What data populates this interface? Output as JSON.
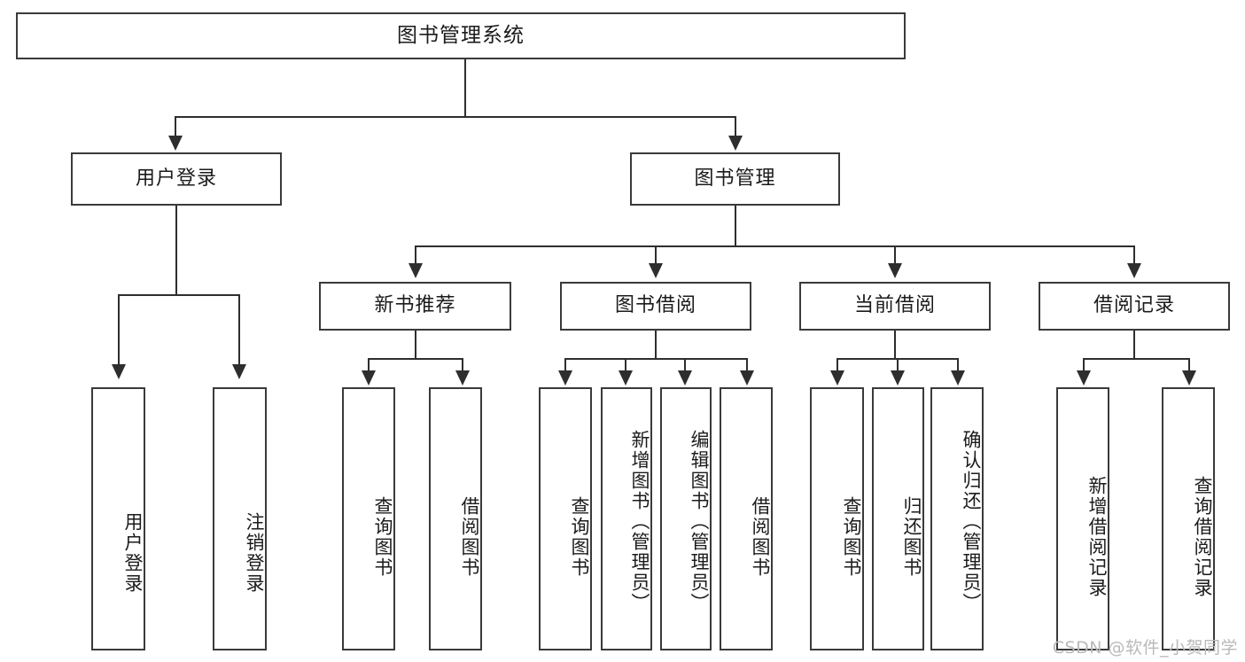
{
  "diagram": {
    "kind": "tree-structure-chart",
    "root": {
      "label": "图书管理系统"
    },
    "level2": [
      {
        "label": "用户登录"
      },
      {
        "label": "图书管理"
      }
    ],
    "level3": [
      {
        "label": "新书推荐"
      },
      {
        "label": "图书借阅"
      },
      {
        "label": "当前借阅"
      },
      {
        "label": "借阅记录"
      }
    ],
    "leaves": {
      "user_login": [
        {
          "label": "用户登录"
        },
        {
          "label": "注销登录"
        }
      ],
      "new_book_recommend": [
        {
          "label": "查询图书"
        },
        {
          "label": "借阅图书"
        }
      ],
      "book_borrow": [
        {
          "label": "查询图书"
        },
        {
          "label": "新增图书（管理员）"
        },
        {
          "label": "编辑图书（管理员）"
        },
        {
          "label": "借阅图书"
        }
      ],
      "current_borrow": [
        {
          "label": "查询图书"
        },
        {
          "label": "归还图书"
        },
        {
          "label": "确认归还（管理员）"
        }
      ],
      "borrow_record": [
        {
          "label": "新增借阅记录"
        },
        {
          "label": "查询借阅记录"
        }
      ]
    }
  },
  "watermark": {
    "text": "CSDN @软件_小贺同学"
  },
  "colors": {
    "border": "#3a3a3a",
    "connector": "#2e2e2e",
    "text": "#1b1b1b",
    "background": "#ffffff",
    "watermark": "#b9b9b9"
  }
}
